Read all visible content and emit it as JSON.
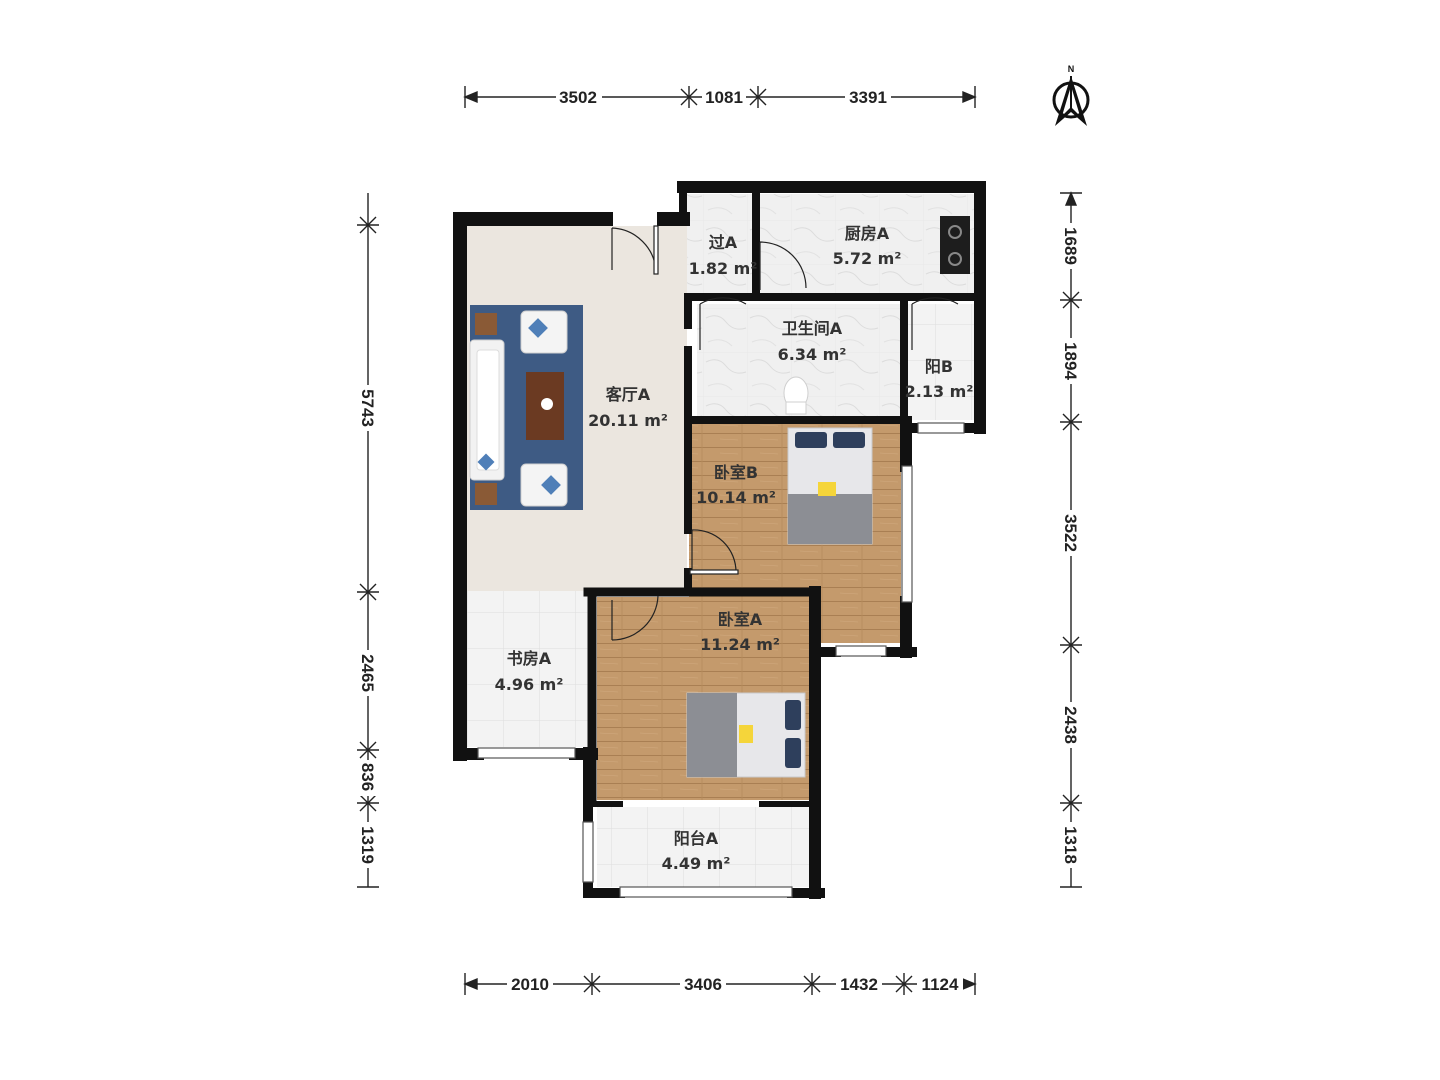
{
  "compass": {
    "label": "N",
    "icon": "north-arrow-icon"
  },
  "dimensions": {
    "top": [
      "3502",
      "1081",
      "3391"
    ],
    "bottom": [
      "2010",
      "3406",
      "1432",
      "1124"
    ],
    "left": [
      "5743",
      "2465",
      "836",
      "1319"
    ],
    "right": [
      "1689",
      "1894",
      "3522",
      "2438",
      "1318"
    ]
  },
  "rooms": {
    "living": {
      "name": "客厅A",
      "area": "20.11 m²"
    },
    "passage": {
      "name": "过A",
      "area": "1.82 m²"
    },
    "kitchen": {
      "name": "厨房A",
      "area": "5.72 m²"
    },
    "bathroom": {
      "name": "卫生间A",
      "area": "6.34 m²"
    },
    "balcony_b": {
      "name": "阳B",
      "area": "2.13 m²"
    },
    "bedroom_b": {
      "name": "卧室B",
      "area": "10.14 m²"
    },
    "bedroom_a": {
      "name": "卧室A",
      "area": "11.24 m²"
    },
    "study": {
      "name": "书房A",
      "area": "4.96 m²"
    },
    "balcony_a": {
      "name": "阳台A",
      "area": "4.49 m²"
    }
  },
  "colors": {
    "wall": "#111111",
    "living_floor": "#ebe6df",
    "wood_floor": "#c49a6c",
    "tile_floor": "#f1f1f1",
    "rug": "#3e5b84",
    "dimension_line": "#222222"
  }
}
